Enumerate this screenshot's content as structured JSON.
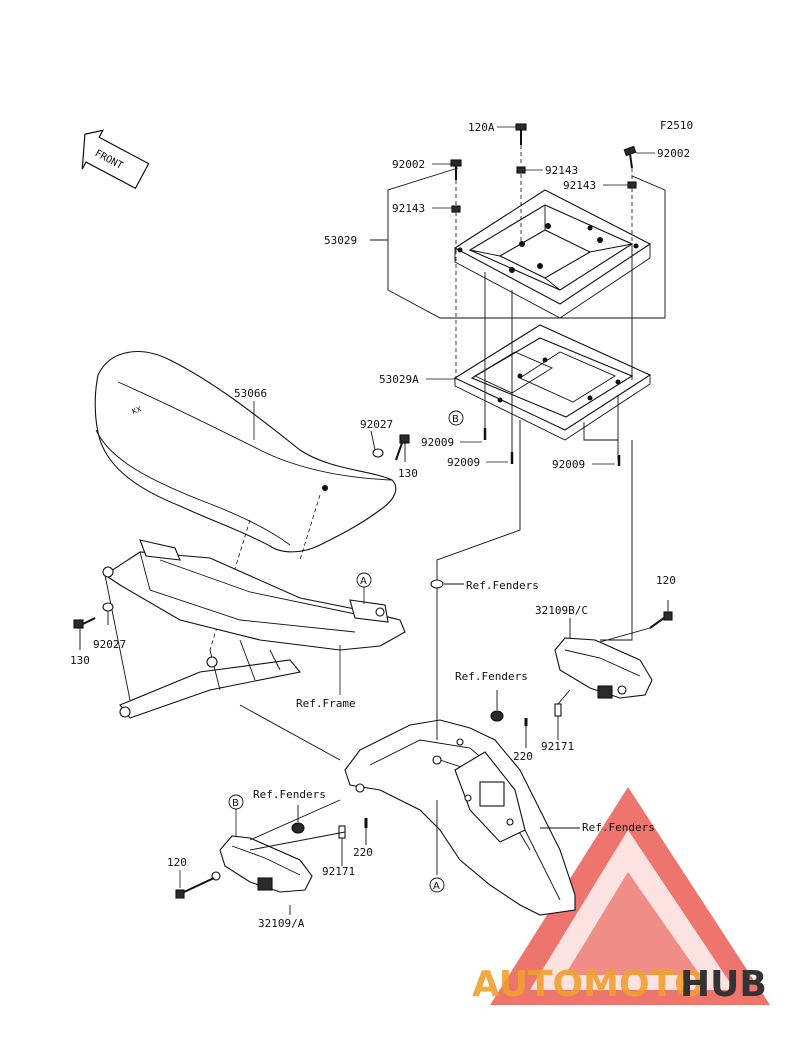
{
  "figure_code": "F2510",
  "front_label": "FRONT",
  "parts": {
    "bolt_120a": "120A",
    "bolt_92002_left": "92002",
    "bolt_92002_right": "92002",
    "nut_92143_top": "92143",
    "nut_92143_right": "92143",
    "nut_92143_left": "92143",
    "bracket_53029": "53029",
    "bracket_53029a": "53029A",
    "bolt_92009_a": "92009",
    "bolt_92009_b": "92009",
    "bolt_92009_c": "92009",
    "seat_53066": "53066",
    "washer_92027_top": "92027",
    "bolt_130_top": "130",
    "washer_92027_left": "92027",
    "bolt_130_left": "130",
    "bolt_120_right": "120",
    "grip_32109bc": "32109B/C",
    "ref_fenders_1": "Ref.Fenders",
    "ref_fenders_2": "Ref.Fenders",
    "ref_fenders_3": "Ref.Fenders",
    "ref_fenders_4": "Ref.Fenders",
    "ref_frame": "Ref.Frame",
    "bolt_220_right": "220",
    "collar_92171_right": "92171",
    "bolt_220_left": "220",
    "collar_92171_left": "92171",
    "bolt_120_left": "120",
    "grip_32109a": "32109/A"
  },
  "ref_markers": {
    "a_top": "A",
    "a_bottom": "A",
    "b_top": "B",
    "b_bottom": "B"
  },
  "watermark": {
    "text_part1": "AUTOMOTO",
    "text_part2": "HUB",
    "color_accent": "#e8473c",
    "color_dark": "#333333"
  }
}
